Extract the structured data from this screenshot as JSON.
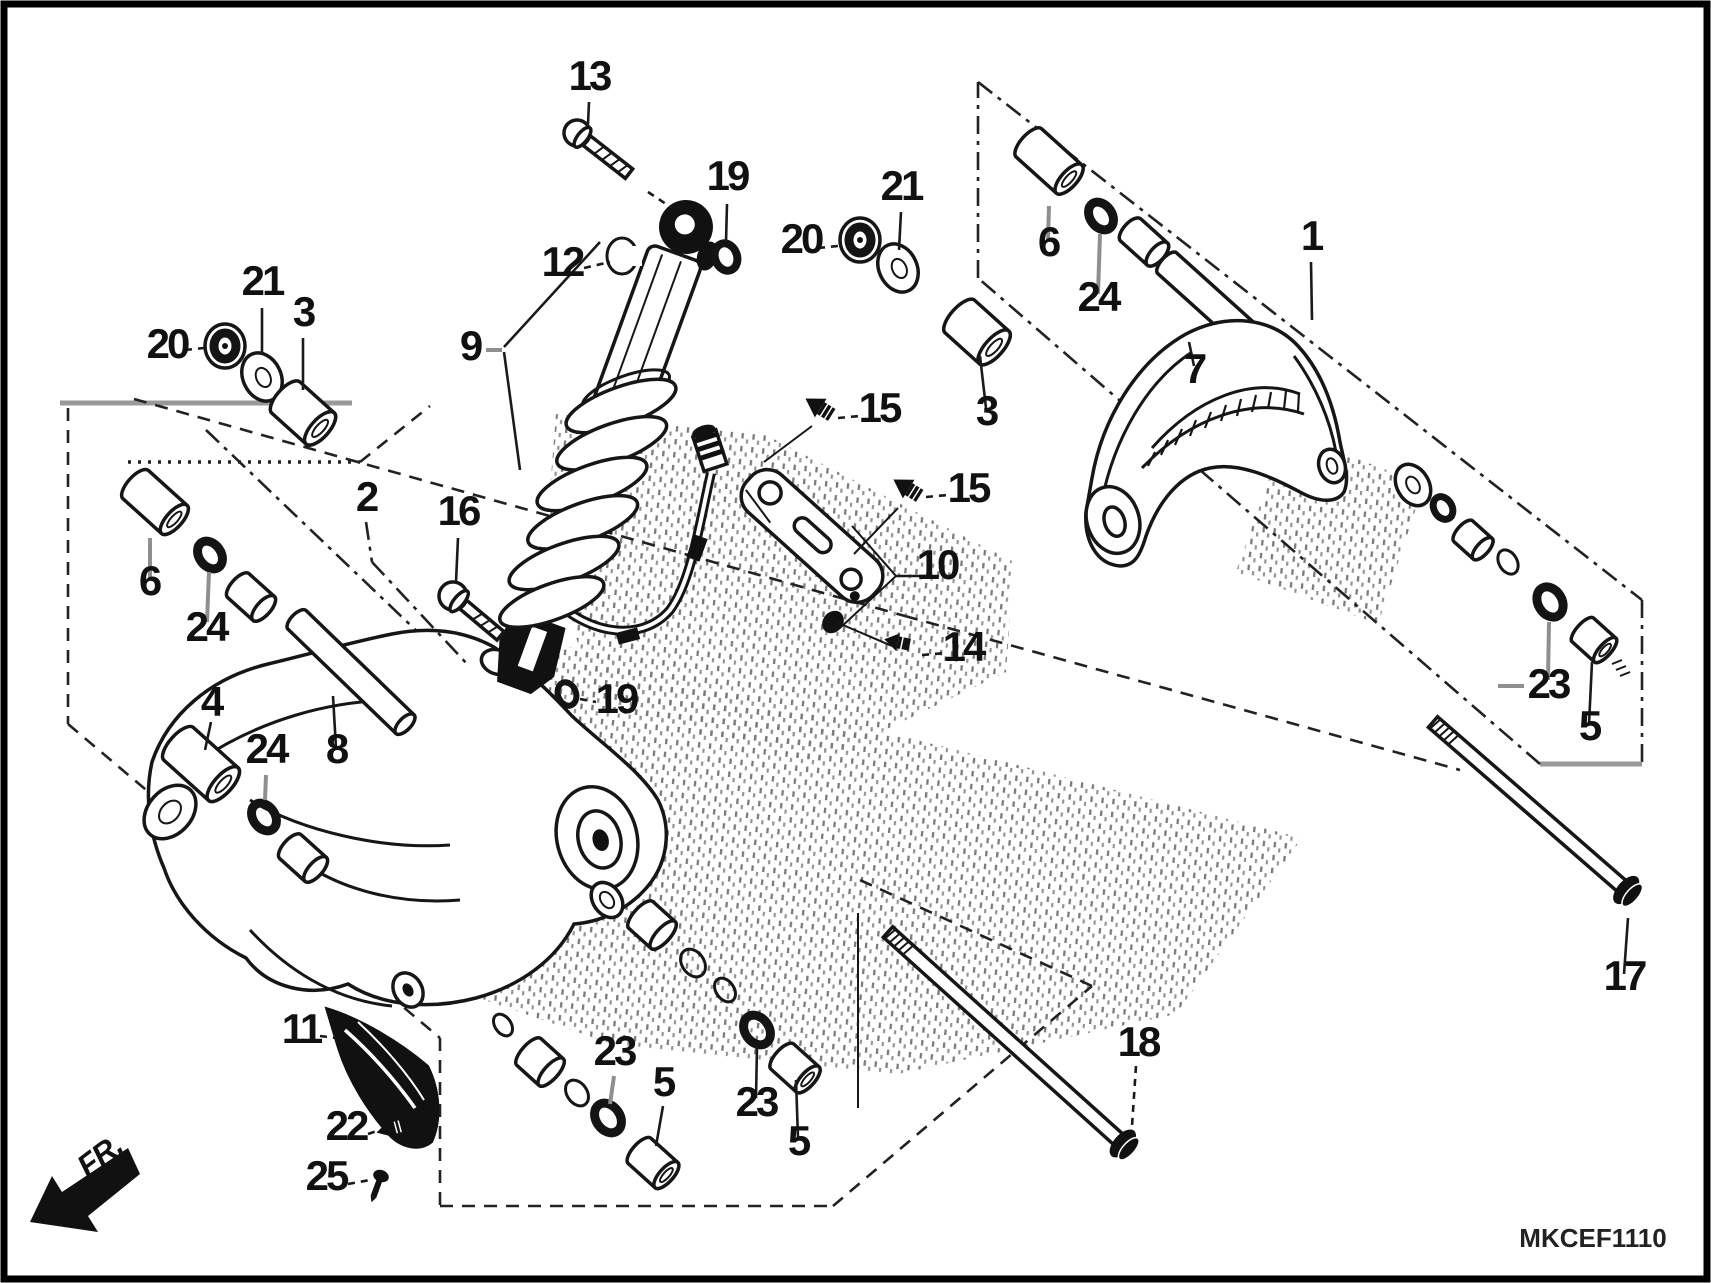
{
  "diagram": {
    "code": "MKCEF1110",
    "orientation_label": "FR.",
    "part_callouts": [
      {
        "text": "13"
      },
      {
        "text": "19"
      },
      {
        "text": "12"
      },
      {
        "text": "9"
      },
      {
        "text": "21"
      },
      {
        "text": "20"
      },
      {
        "text": "3"
      },
      {
        "text": "2"
      },
      {
        "text": "16"
      },
      {
        "text": "6"
      },
      {
        "text": "24"
      },
      {
        "text": "4"
      },
      {
        "text": "24"
      },
      {
        "text": "8"
      },
      {
        "text": "19"
      },
      {
        "text": "15"
      },
      {
        "text": "15"
      },
      {
        "text": "10"
      },
      {
        "text": "14"
      },
      {
        "text": "20"
      },
      {
        "text": "21"
      },
      {
        "text": "3"
      },
      {
        "text": "6"
      },
      {
        "text": "24"
      },
      {
        "text": "7"
      },
      {
        "text": "1"
      },
      {
        "text": "23"
      },
      {
        "text": "5"
      },
      {
        "text": "17"
      },
      {
        "text": "18"
      },
      {
        "text": "23"
      },
      {
        "text": "5"
      },
      {
        "text": "23"
      },
      {
        "text": "5"
      },
      {
        "text": "11"
      },
      {
        "text": "22"
      },
      {
        "text": "25"
      }
    ]
  }
}
